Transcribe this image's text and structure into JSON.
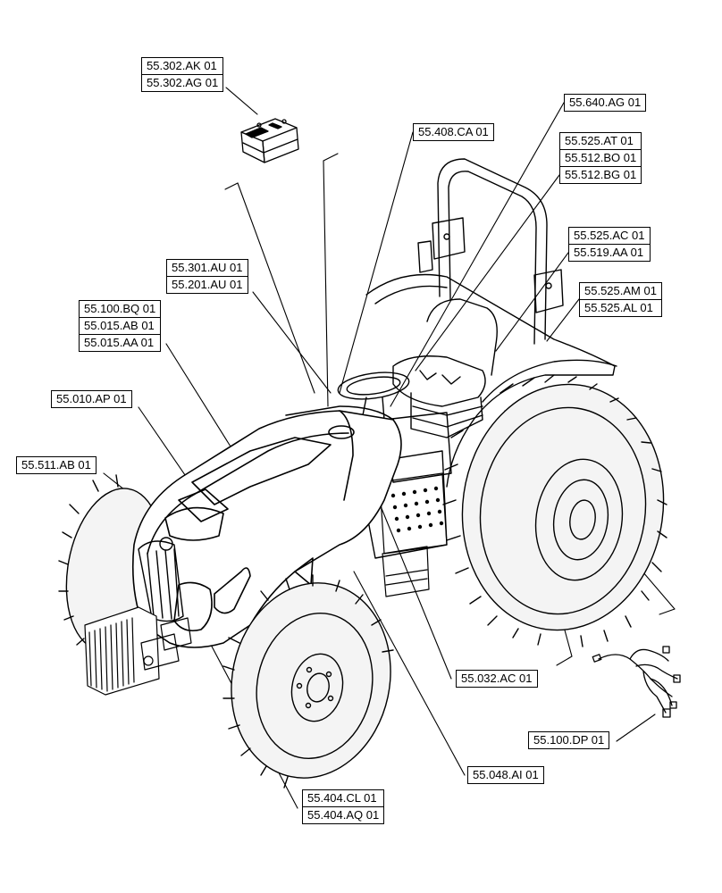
{
  "labels": {
    "battery": [
      "55.302.AK 01",
      "55.302.AG 01"
    ],
    "cab_top": [
      "55.408.CA 01"
    ],
    "rops": [
      "55.640.AG 01"
    ],
    "seat_wiring": [
      "55.525.AT 01",
      "55.512.BO 01",
      "55.512.BG 01"
    ],
    "rear_light": [
      "55.525.AC 01",
      "55.519.AA 01"
    ],
    "fender_light": [
      "55.525.AM 01",
      "55.525.AL 01"
    ],
    "dash": [
      "55.301.AU 01",
      "55.201.AU 01"
    ],
    "hood_harness": [
      "55.100.BQ 01",
      "55.015.AB 01",
      "55.015.AA 01"
    ],
    "hood_front": [
      "55.010.AP 01"
    ],
    "grille": [
      "55.511.AB 01"
    ],
    "step": [
      "55.032.AC 01"
    ],
    "harness_loose": [
      "55.100.DP 01"
    ],
    "frame": [
      "55.048.AI 01"
    ],
    "headlight": [
      "55.404.CL 01",
      "55.404.AQ 01"
    ]
  },
  "colors": {
    "line": "#000000",
    "background": "#ffffff",
    "tire_fill": "#f0f0f0"
  }
}
